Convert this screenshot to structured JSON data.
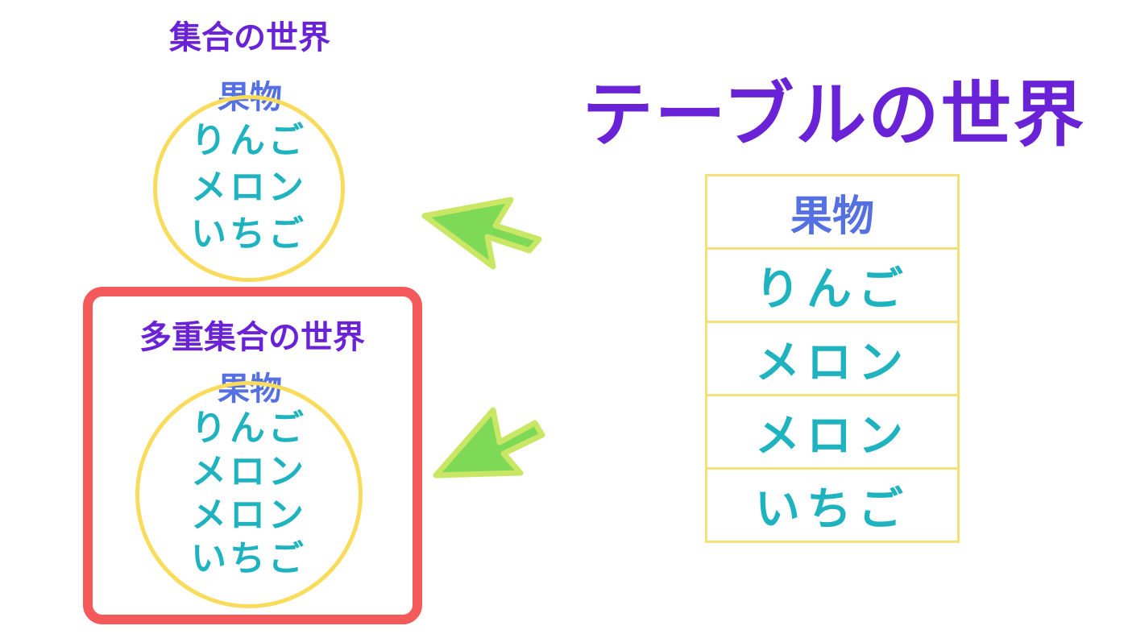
{
  "set_world": {
    "title": "集合の世界",
    "label": "果物",
    "items": [
      "りんご",
      "メロン",
      "いちご"
    ]
  },
  "multiset_world": {
    "title": "多重集合の世界",
    "label": "果物",
    "items": [
      "りんご",
      "メロン",
      "メロン",
      "いちご"
    ]
  },
  "table_world": {
    "title": "テーブルの世界",
    "header": "果物",
    "rows": [
      "りんご",
      "メロン",
      "メロン",
      "いちご"
    ]
  },
  "colors": {
    "title": "#6a22d6",
    "label": "#5570e0",
    "item": "#1fb3c0",
    "circle": "#f9dc5c",
    "highlight_frame": "#f45a5a",
    "arrow_fill": "#7ed957",
    "arrow_stroke": "#c9e765",
    "table_border": "#f6e07a"
  }
}
